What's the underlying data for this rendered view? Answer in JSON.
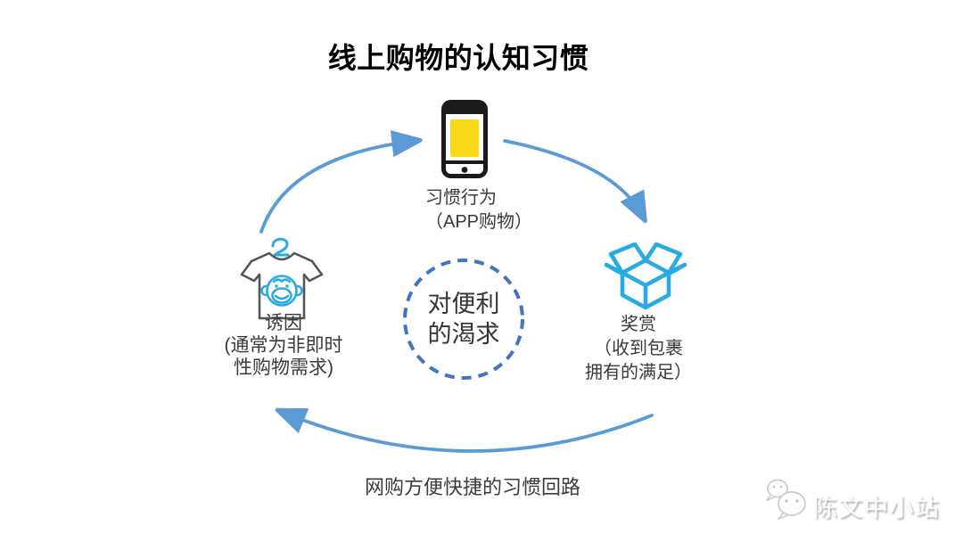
{
  "title": "线上购物的认知习惯",
  "diagram": {
    "habit": {
      "line1": "习惯行为",
      "line2": "（APP购物）"
    },
    "trigger": {
      "line1": "诱因",
      "line2": "(通常为非即时",
      "line3": "性购物需求)"
    },
    "reward": {
      "line1": "奖赏",
      "line2": "（收到包裹",
      "line3": "拥有的满足）"
    },
    "craving": {
      "line1": "对便利",
      "line2": "的渴求"
    },
    "caption": "网购方便快捷的习惯回路"
  },
  "icons": {
    "habit": "smartphone-icon",
    "trigger": "tshirt-monkey-icon",
    "trigger_extra": "hanger-icon",
    "reward": "open-box-icon",
    "watermark": "wechat-icon"
  },
  "watermark": {
    "text": "陈文中小站"
  },
  "colors": {
    "arrow_blue": "#5B9BD5",
    "dashed_circle_blue": "#4472C4",
    "icon_cyan": "#29ABE2",
    "phone_outline": "#1a1a1a",
    "phone_screen_yellow": "#F7D917",
    "shirt_outline_gray": "#55565A",
    "text_dark": "#3a3a3a",
    "watermark_gray": "#c9c9c9"
  }
}
